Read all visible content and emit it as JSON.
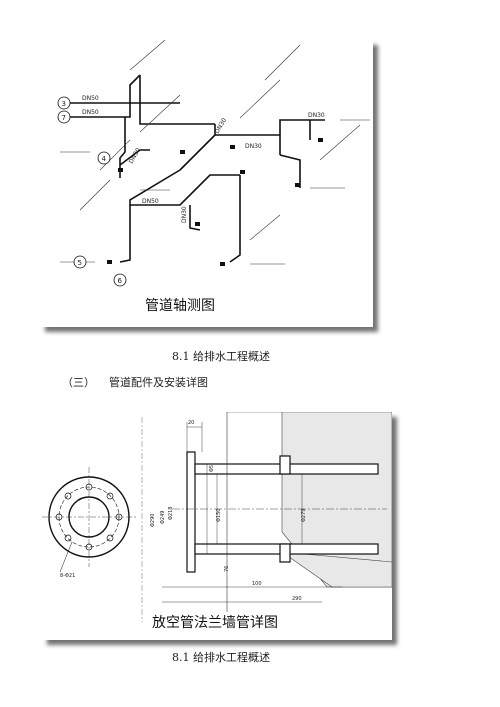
{
  "figure1": {
    "title": "管道轴测图",
    "pipe_labels": [
      "DN50",
      "DN50",
      "DN30",
      "DN30",
      "DN30",
      "DN30",
      "DN50",
      "DN30"
    ],
    "circle_labels": [
      "3",
      "7",
      "4",
      "5",
      "6"
    ]
  },
  "caption1": "8.1 给排水工程概述",
  "section": {
    "number": "（三）",
    "title": "管道配件及安装详图"
  },
  "figure2": {
    "title": "放空管法兰墙管详图",
    "dims": [
      "20",
      "Φ5",
      "Φ150",
      "Φ290",
      "Φ249",
      "Φ218",
      "Φ279",
      "8-Φ21",
      "76",
      "100",
      "290"
    ]
  },
  "caption2": "8.1 给排水工程概述"
}
